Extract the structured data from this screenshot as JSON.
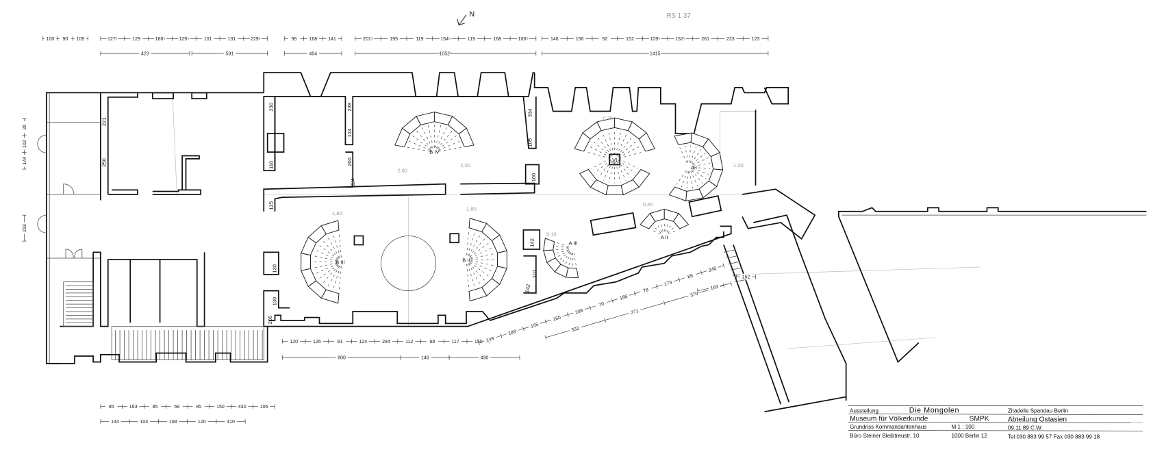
{
  "north_label": "N",
  "pencil_note": "RS 1 37",
  "dims": {
    "top_row1": [
      [
        "100",
        "90",
        "105"
      ],
      [
        "127⁵",
        "129",
        "166⁵",
        "129⁵",
        "101",
        "131",
        "229⁵"
      ],
      [
        "95",
        "168",
        "141"
      ],
      [
        "201⁵",
        "195",
        "119",
        "154⁵",
        "119",
        "168",
        "106⁵"
      ],
      [
        "146",
        "156",
        "92",
        "152",
        "109⁵",
        "152⁵",
        "261",
        "223",
        "123"
      ]
    ],
    "top_row2": [
      "423",
      "591",
      "404",
      "1052⁵",
      "1415"
    ],
    "bottom_row1": [
      "120",
      "126",
      "81",
      "124",
      "284",
      "112",
      "68",
      "117",
      "150"
    ],
    "bottom_row2": [
      "800",
      "146",
      "490"
    ],
    "diagonal_row1": [
      "149",
      "189",
      "155",
      "160",
      "188",
      "70",
      "188",
      "78",
      "173",
      "85",
      "240"
    ],
    "diagonal_extra": [
      "163",
      "152"
    ],
    "diagonal_row2": [
      "332",
      "271",
      "370"
    ],
    "lower_left_row1": [
      "85",
      "163",
      "85",
      "69",
      "85",
      "150",
      "430",
      "106"
    ],
    "lower_left_row2": [
      "144",
      "104",
      "108",
      "120",
      "410"
    ],
    "left_vertical": [
      "144",
      "102",
      "26",
      "218"
    ]
  },
  "rooms": [
    "221",
    "250",
    "230",
    "110",
    "125",
    "130",
    "130",
    "205",
    "239",
    "124",
    "200",
    "224",
    "334",
    "105",
    "100",
    "142",
    "101",
    "142"
  ],
  "pencil_dims": [
    "2,00",
    "2,00",
    "1,80",
    "1,80",
    "0,70",
    "0,40",
    "1,00",
    "0,10"
  ],
  "exhibits": [
    "B IV",
    "VI",
    "A I",
    "B III",
    "B II",
    "A III",
    "A II"
  ],
  "title_block": {
    "r1": {
      "label": "Ausstellung",
      "title": "Die Mongolen",
      "place": "Zitadelle Spandau Berlin"
    },
    "r2": {
      "museum": "Museum für Völkerkunde",
      "org": "SMPK",
      "dept": "Abteilung Ostasien"
    },
    "r3": {
      "plan": "Grundriss Kommandantenhaus",
      "scale": "M 1 : 100",
      "date": "09.11.89 C.W."
    },
    "r4": {
      "office": "Büro Steiner  Bleibtreustr. 10",
      "city": "1000 Berlin 12",
      "contact": "Tel 030  883 99 57   Fax  030  883 99 18"
    }
  }
}
